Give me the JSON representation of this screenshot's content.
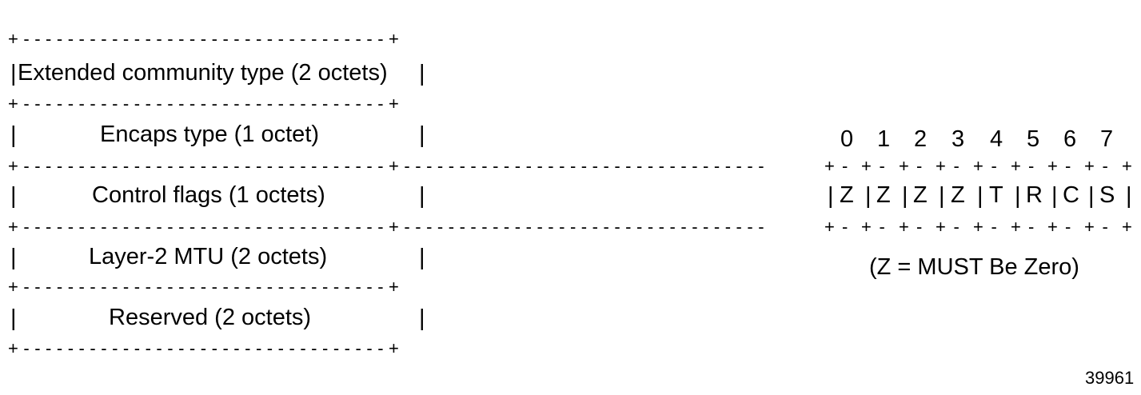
{
  "fields": [
    {
      "label": "Extended community type (2 octets)"
    },
    {
      "label": "Encaps type (1 octet)"
    },
    {
      "label": "Control flags (1 octets)"
    },
    {
      "label": "Layer-2 MTU (2 octets)"
    },
    {
      "label": "Reserved (2 octets)"
    }
  ],
  "bit_numbers": [
    "0",
    "1",
    "2",
    "3",
    "4",
    "5",
    "6",
    "7"
  ],
  "bit_values": [
    "Z",
    "Z",
    "Z",
    "Z",
    "T",
    "R",
    "C",
    "S"
  ],
  "note": "(Z = MUST Be Zero)",
  "figure_id": "39961"
}
